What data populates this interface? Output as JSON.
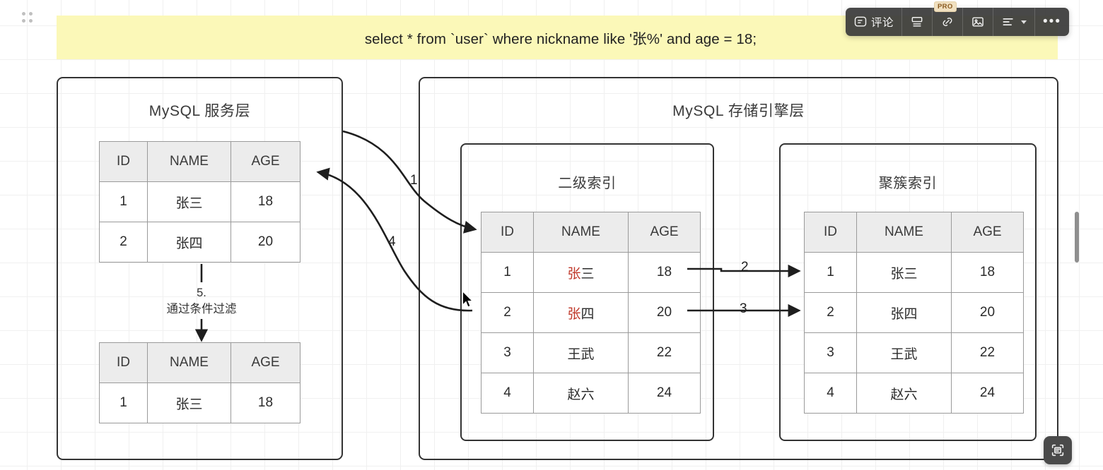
{
  "sql": {
    "query": "select * from `user` where nickname like '张%' and age = 18;"
  },
  "toolbar": {
    "comment_label": "评论",
    "comment_icon": "comment-bubble-icon",
    "layout_icon": "layout-icon",
    "link_icon": "link-icon",
    "pro_badge": "PRO",
    "image_icon": "image-icon",
    "align_icon": "align-left-icon",
    "more_label": "•••"
  },
  "diagram": {
    "service_panel": {
      "title": "MySQL 服务层",
      "table": {
        "headers": [
          "ID",
          "NAME",
          "AGE"
        ],
        "rows": [
          [
            "1",
            "张三",
            "18"
          ],
          [
            "2",
            "张四",
            "20"
          ]
        ]
      },
      "filter_step": "5.",
      "filter_desc": "通过条件过滤",
      "result_table": {
        "headers": [
          "ID",
          "NAME",
          "AGE"
        ],
        "rows": [
          [
            "1",
            "张三",
            "18"
          ]
        ]
      }
    },
    "engine_panel": {
      "title": "MySQL 存储引擎层",
      "secondary_index": {
        "title": "二级索引",
        "headers": [
          "ID",
          "NAME",
          "AGE"
        ],
        "rows": [
          {
            "id": "1",
            "name_hl": "张",
            "name_rest": "三",
            "age": "18"
          },
          {
            "id": "2",
            "name_hl": "张",
            "name_rest": "四",
            "age": "20"
          },
          {
            "id": "3",
            "name_hl": "",
            "name_rest": "王武",
            "age": "22"
          },
          {
            "id": "4",
            "name_hl": "",
            "name_rest": "赵六",
            "age": "24"
          }
        ]
      },
      "clustered_index": {
        "title": "聚簇索引",
        "headers": [
          "ID",
          "NAME",
          "AGE"
        ],
        "rows": [
          [
            "1",
            "张三",
            "18"
          ],
          [
            "2",
            "张四",
            "20"
          ],
          [
            "3",
            "王武",
            "22"
          ],
          [
            "4",
            "赵六",
            "24"
          ]
        ]
      }
    },
    "arrow_labels": {
      "a1": "1",
      "a2": "2",
      "a3": "3",
      "a4": "4"
    }
  },
  "colors": {
    "banner_bg": "#fbf8b8",
    "panel_border": "#333333",
    "table_header_bg": "#ececec",
    "highlight_text": "#c0392b",
    "toolbar_bg": "#3a3a3a"
  },
  "fab": {
    "icon": "scan-document-icon"
  }
}
